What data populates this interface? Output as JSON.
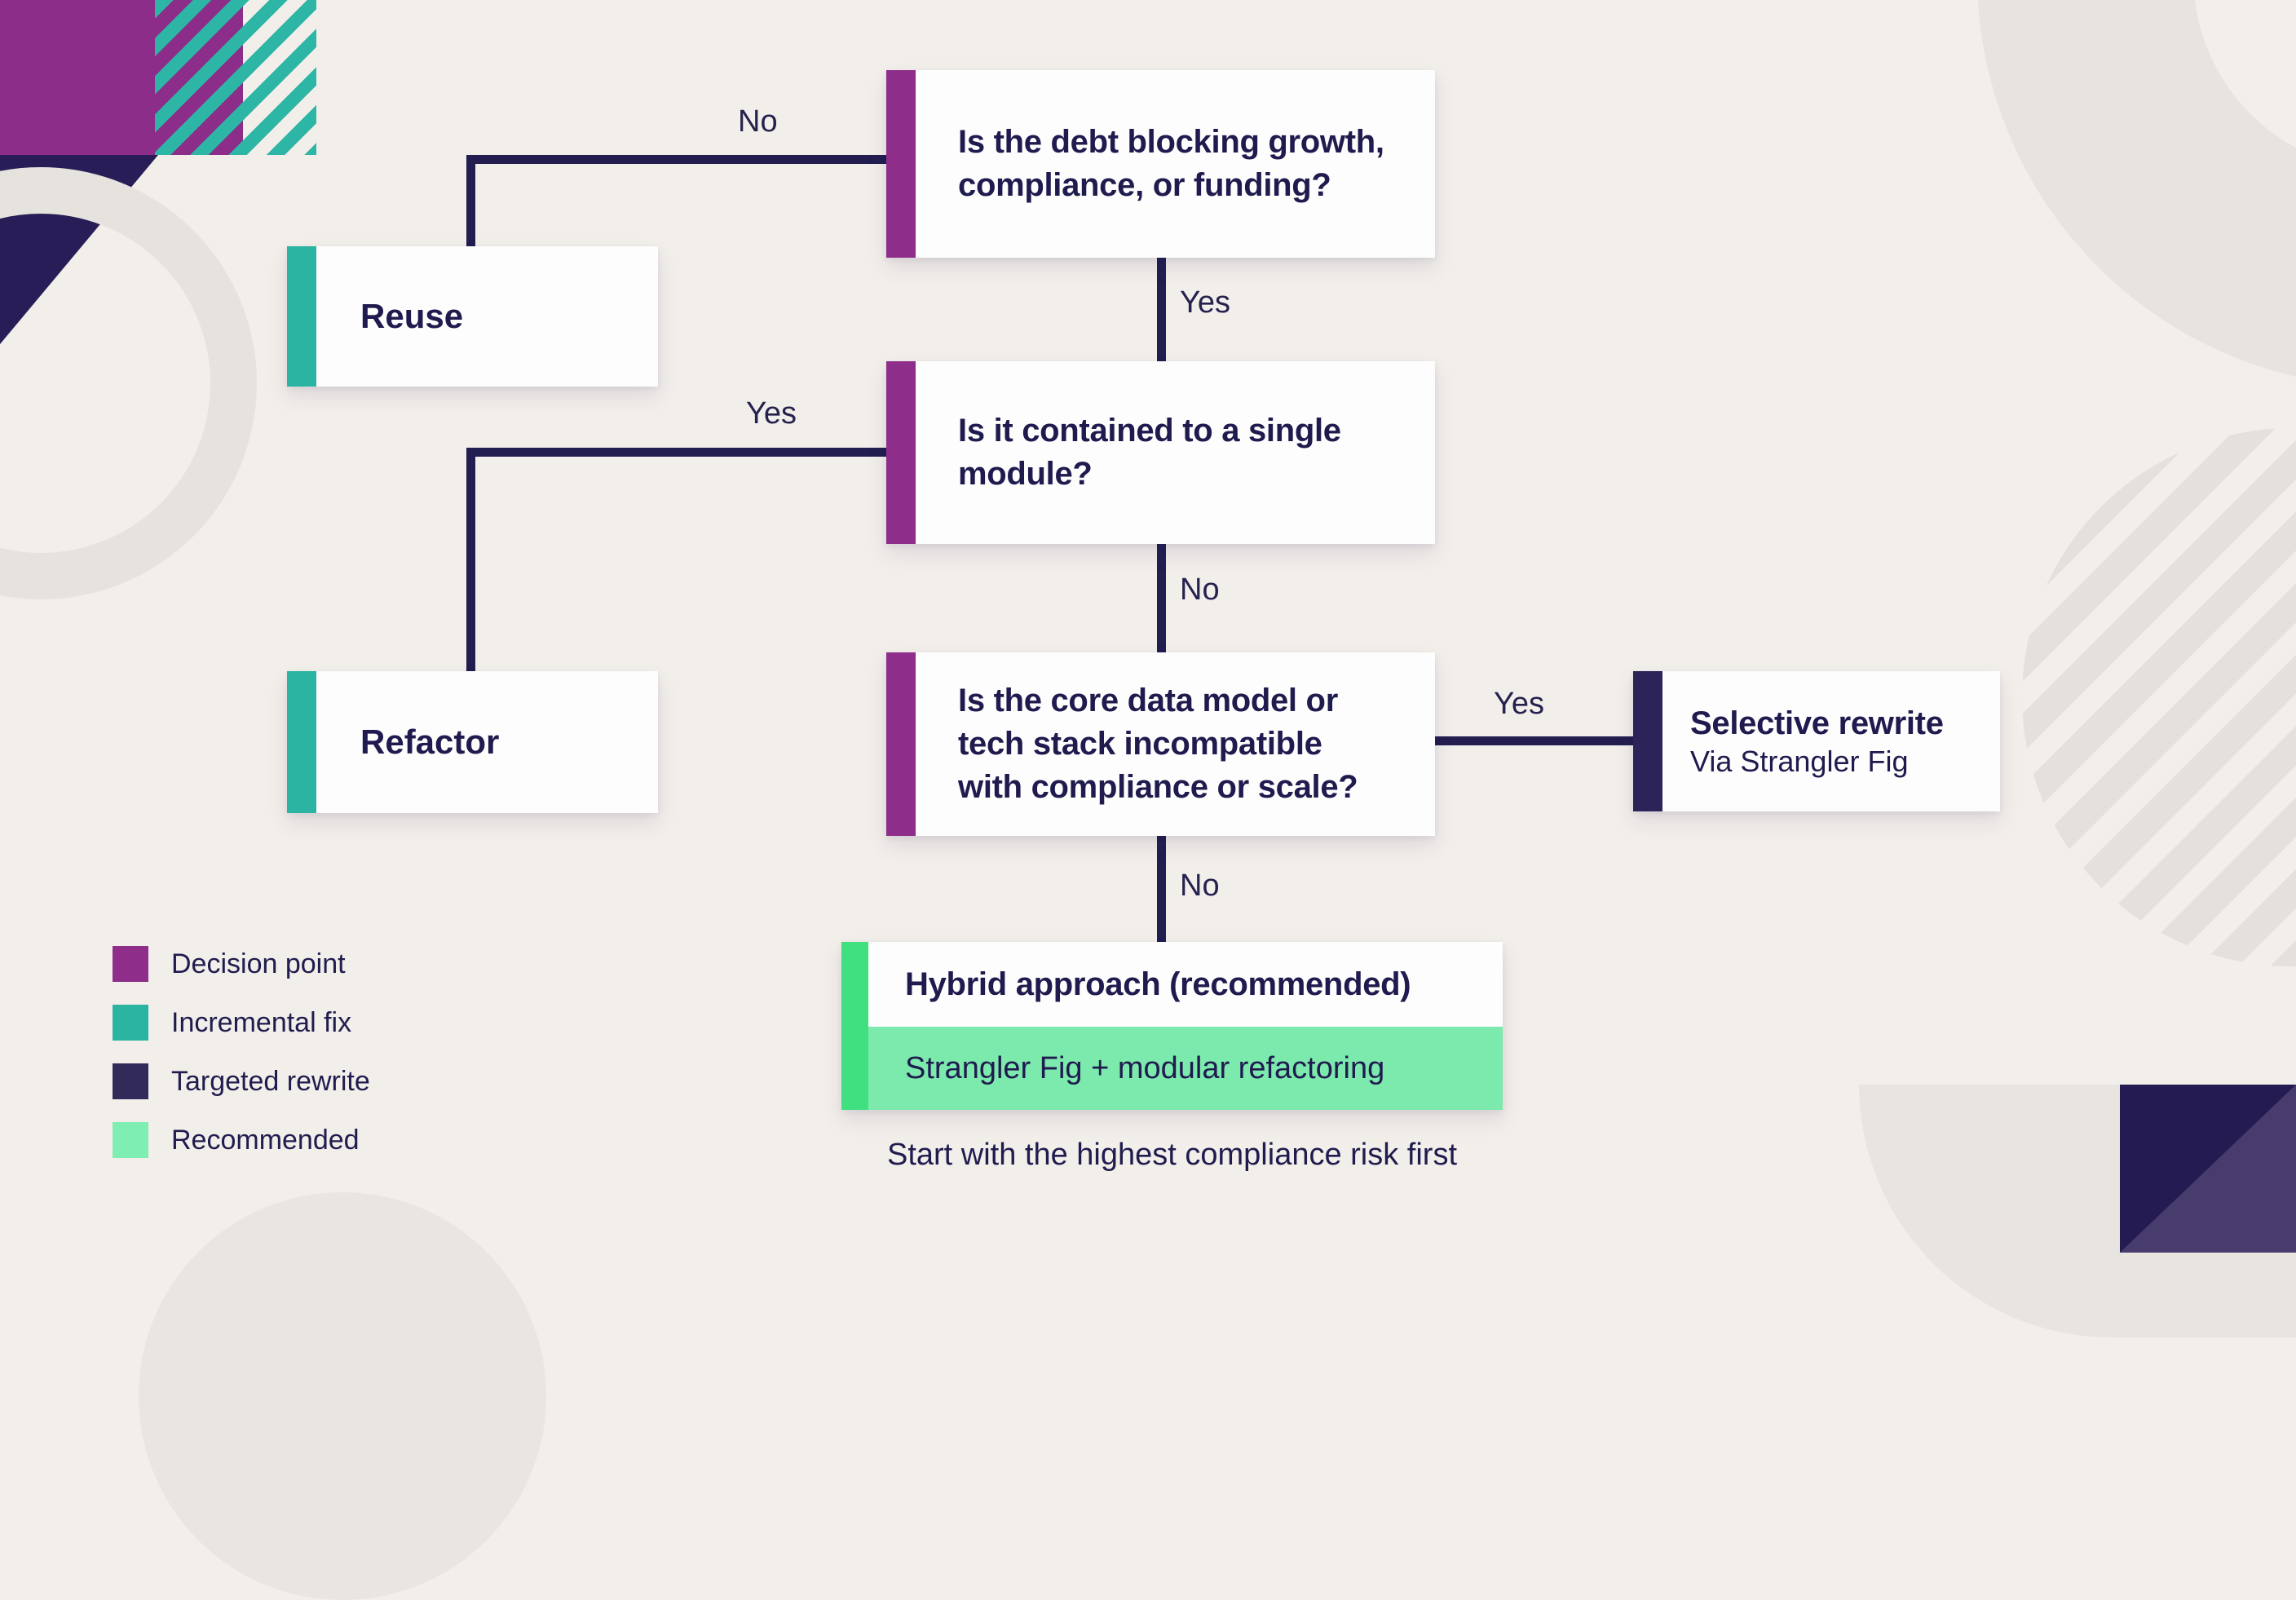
{
  "flowchart": {
    "nodes": {
      "q1": "Is the debt blocking growth,\ncompliance, or funding?",
      "q2": "Is it contained to a single\nmodule?",
      "q3": "Is the core data model or\ntech stack incompatible\nwith compliance or scale?",
      "reuse": "Reuse",
      "refactor": "Refactor",
      "selective_title": "Selective rewrite",
      "selective_sub": "Via Strangler Fig",
      "hybrid_title": "Hybrid approach (recommended)",
      "hybrid_sub": "Strangler Fig + modular refactoring"
    },
    "edge_labels": {
      "q1_no": "No",
      "q1_yes": "Yes",
      "q2_yes": "Yes",
      "q2_no": "No",
      "q3_yes": "Yes",
      "q3_no": "No"
    },
    "caption": "Start with the highest compliance risk first",
    "legend": [
      {
        "label": "Decision point",
        "color": "#8e2d8a"
      },
      {
        "label": "Incremental fix",
        "color": "#2cb4a3"
      },
      {
        "label": "Targeted rewrite",
        "color": "#322b59"
      },
      {
        "label": "Recommended",
        "color": "#7eeeb2"
      }
    ],
    "colors": {
      "decision_bar": "#8e2d8a",
      "incremental_bar": "#2cb4a3",
      "targeted_bar": "#2c2458",
      "recommended_bar": "#40e081",
      "recommended_fill": "#7ce9ad",
      "connector": "#221e50",
      "text": "#1f1b4e",
      "background": "#f2eeea"
    }
  }
}
